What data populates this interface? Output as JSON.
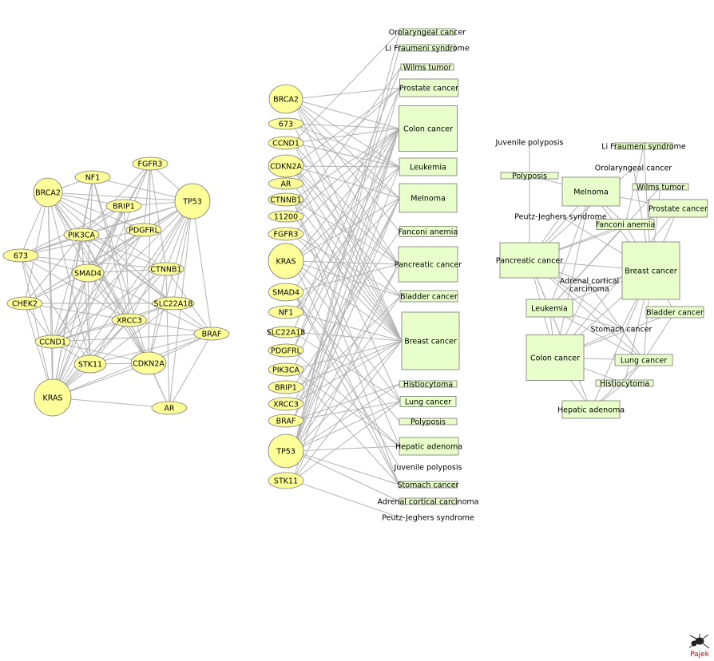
{
  "colors": {
    "gene_fill": "#ffff99",
    "disease_fill": "#e8ffcc",
    "edge": "#b3b3b3",
    "stroke": "#777777",
    "logo": "#cc0000"
  },
  "watermark": "Pajek",
  "genes": {
    "BRCA2": "BRCA2",
    "NF1": "NF1",
    "FGFR3": "FGFR3",
    "TP53": "TP53",
    "BRIP1": "BRIP1",
    "PIK3CA": "PIK3CA",
    "PDGFRL": "PDGFRL",
    "673": "673",
    "SMAD4": "SMAD4",
    "CTNNB1": "CTNNB1",
    "CHEK2": "CHEK2",
    "SLC22A18": "SLC22A18",
    "XRCC3": "XRCC3",
    "BRAF": "BRAF",
    "CCND1": "CCND1",
    "STK11": "STK11",
    "CDKN2A": "CDKN2A",
    "KRAS": "KRAS",
    "AR": "AR",
    "11200": "11200"
  },
  "diseases": {
    "orolaryngeal": "Orolaryngeal cancer",
    "li_fraumeni": "Li Fraumeni syndrome",
    "wilms": "Wilms tumor",
    "prostate": "Prostate cancer",
    "colon": "Colon cancer",
    "leukemia": "Leukemia",
    "melnoma": "Melnoma",
    "fanconi": "Fanconi anemia",
    "pancreatic": "Pancreatic cancer",
    "bladder": "Bladder cancer",
    "breast": "Breast cancer",
    "histiocytoma": "Histiocytoma",
    "lung": "Lung cancer",
    "polyposis": "Polyposis",
    "hepatic": "Hepatic adenoma",
    "juvenile": "Juvenile polyposis",
    "stomach": "Stomach cancer",
    "adrenal": "Adrenal cortical carcinoma",
    "adrenal_line1": "Adrenal cortical",
    "adrenal_line2": "carcinoma",
    "peutz": "Peutz-Jeghers syndrome"
  }
}
